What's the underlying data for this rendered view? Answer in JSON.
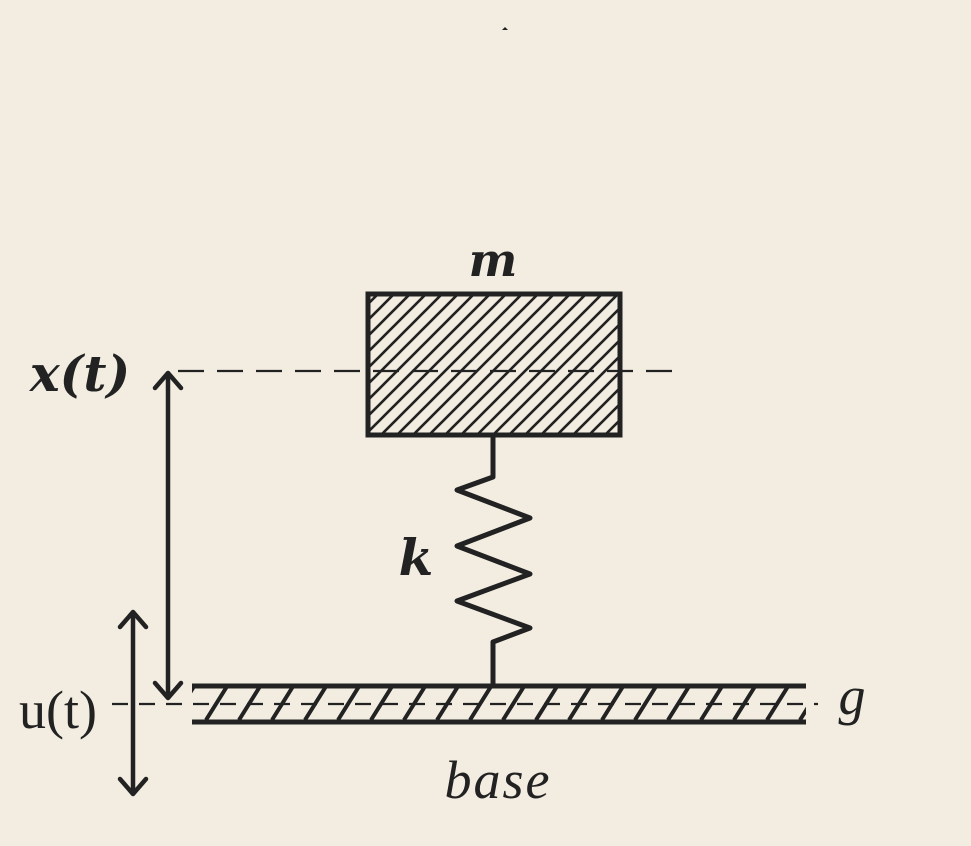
{
  "labels": {
    "mass": "m",
    "spring": "k",
    "mass_position": "x(t)",
    "base_position": "u(t)",
    "ground": "g",
    "base": "base"
  },
  "colors": {
    "background": "#f3ede1",
    "ink": "#222222"
  }
}
